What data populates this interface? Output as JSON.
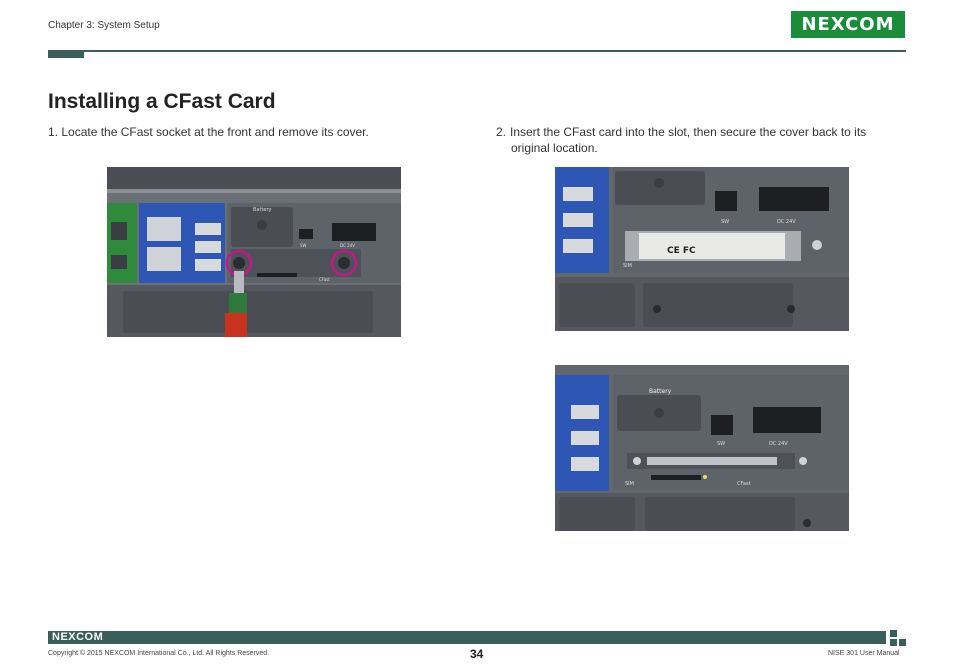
{
  "header": {
    "chapter": "Chapter 3: System Setup",
    "logo": "NEXCOM"
  },
  "title": "Installing a CFast Card",
  "steps": {
    "step1": "1. Locate the CFast socket at the front and remove its cover.",
    "step2_num": "2.",
    "step2_line1": "Insert the CFast card into the slot, then secure the cover back to its",
    "step2_line2": "original location."
  },
  "photos": {
    "photo1": {
      "battery": "Battery",
      "sw": "SW",
      "dc": "DC 24V",
      "cfast": "CFast"
    },
    "photo2": {
      "sw": "SW",
      "dc": "DC 24V",
      "sim": "SIM",
      "card_marks": "CE FC"
    },
    "photo3": {
      "battery": "Battery",
      "sw": "SW",
      "dc": "DC 24V",
      "sim": "SIM",
      "cfast": "CFast"
    }
  },
  "footer": {
    "logo": "NEXCOM",
    "copyright": "Copyright © 2015 NEXCOM International Co., Ltd. All Rights Reserved.",
    "page": "34",
    "manual": "NISE 301 User Manual"
  },
  "colors": {
    "brand_green": "#1a8c3a",
    "header_teal": "#3a5f5a",
    "highlight_circle": "#c2188a"
  }
}
